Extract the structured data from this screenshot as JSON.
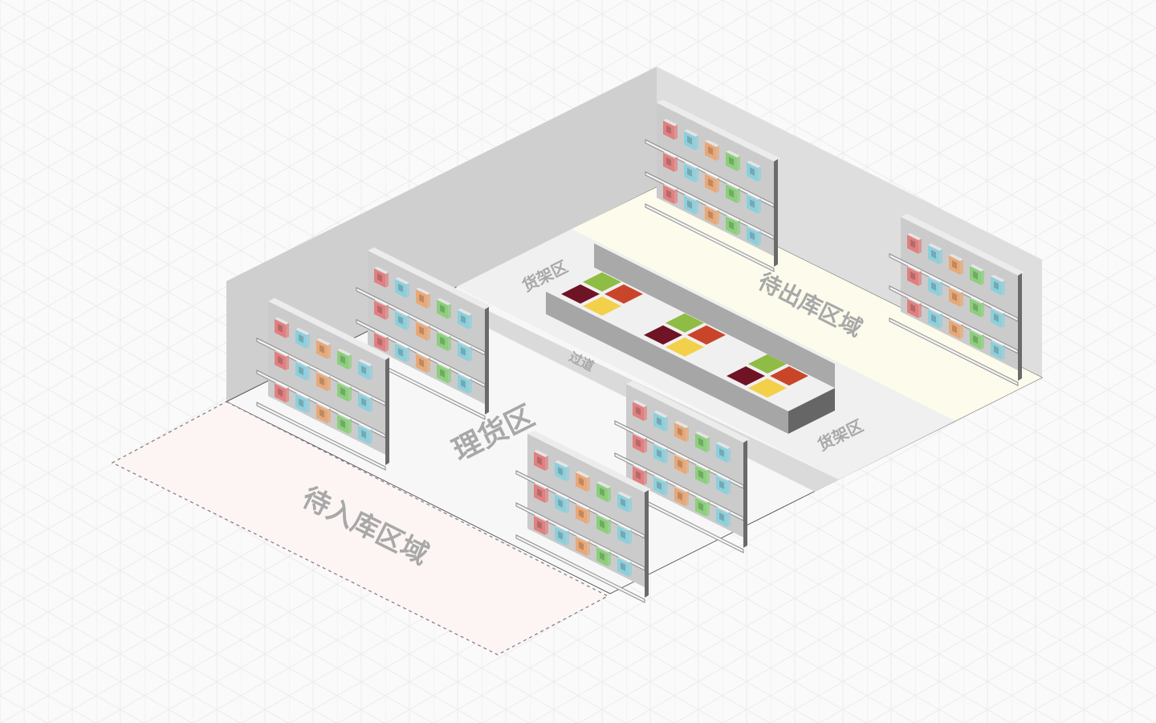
{
  "labels": {
    "inbound": "待入库区域",
    "sorting": "理货区",
    "shelf_zone_top": "货架区",
    "aisle": "过道",
    "outbound": "待出库区域",
    "shelf_zone_right": "货架区"
  },
  "colors": {
    "left_wall": "#cfcfcf",
    "right_wall": "#dedede",
    "floor": "#f7f7f7",
    "inbound_zone": "#fdf5f3",
    "outbound_zone": "#fcfbec",
    "shelf_zone": "#efefef",
    "aisle": "#dcdcdc",
    "box_colors": [
      "#e08080",
      "#8ecfdc",
      "#e8a878",
      "#8ccf7c",
      "#8ecfdc"
    ],
    "tile_colors": {
      "green": "#8fbc45",
      "dark_red": "#6e1424",
      "orange": "#c9452a",
      "yellow": "#f2d04a"
    }
  },
  "shelf_units": 6,
  "tile_groups": 3
}
